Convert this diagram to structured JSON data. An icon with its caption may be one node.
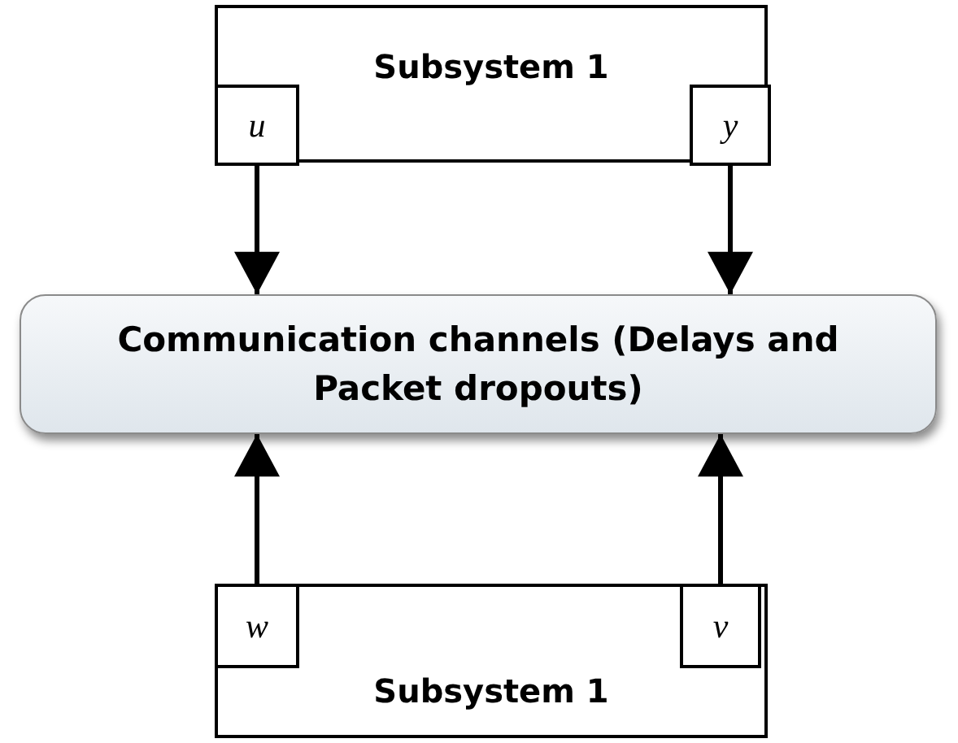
{
  "diagram": {
    "nodes": [
      {
        "text": [
          "Subsystem 1"
        ]
      },
      {
        "text": [
          "u"
        ],
        "in": 0
      },
      {
        "text": [
          "y"
        ],
        "in": 0
      },
      {
        "text": [
          "Communication channels (Delays and Packet dropouts)"
        ]
      },
      {
        "text": [
          "Subsystem 1"
        ]
      },
      {
        "text": [
          "w"
        ],
        "in": 4
      },
      {
        "text": [
          "v"
        ],
        "in": 4
      }
    ],
    "edges": [
      {
        "from": 1,
        "to": 3,
        "arrow": "to"
      },
      {
        "from": 2,
        "to": 3,
        "arrow": "to"
      },
      {
        "from": 5,
        "to": 3,
        "arrow": "to"
      },
      {
        "from": 6,
        "to": 3,
        "arrow": "to"
      }
    ]
  }
}
